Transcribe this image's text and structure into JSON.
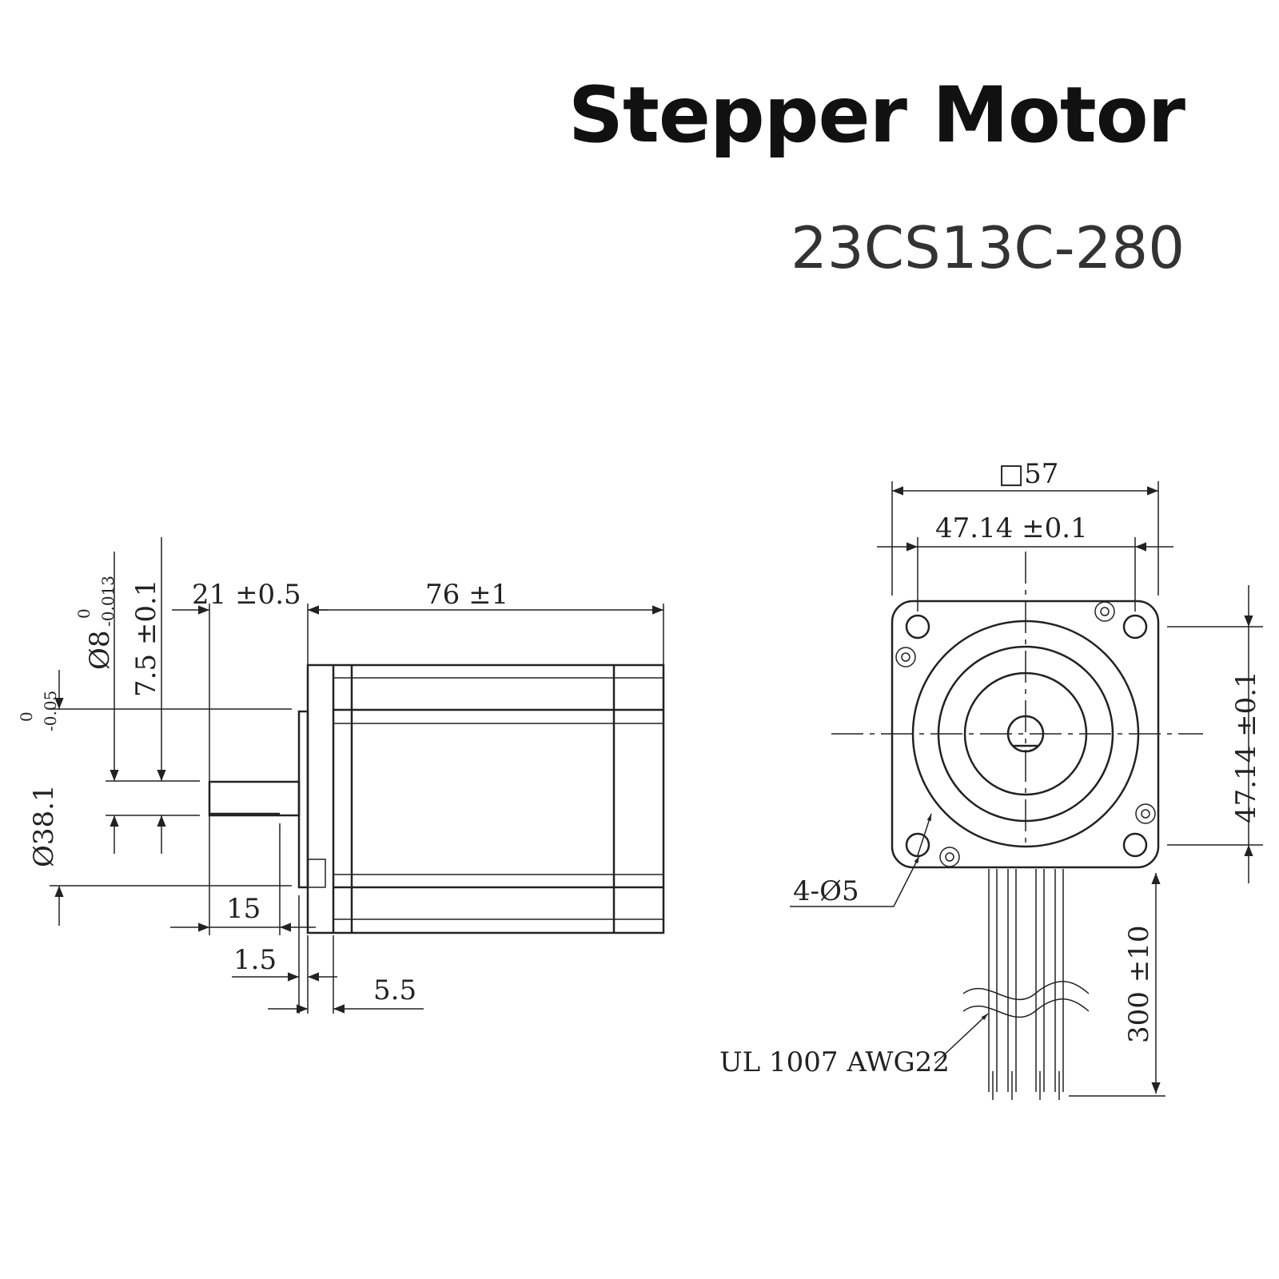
{
  "header": {
    "title": "Stepper Motor",
    "model": "23CS13C-280"
  },
  "side_view": {
    "dims": {
      "shaft_len": "21 ±0.5",
      "body_len": "76 ±1",
      "shaft_dia_main": "Ø8",
      "shaft_dia_tol_upper": "0",
      "shaft_dia_tol_lower": "-0.013",
      "flat": "7.5 ±0.1",
      "boss_dia_main": "Ø38.1",
      "boss_dia_tol_upper": "0",
      "boss_dia_tol_lower": "-0.05",
      "flat_len": "15",
      "boss_h": "1.5",
      "flange": "5.5"
    }
  },
  "front_view": {
    "dims": {
      "square": "□57",
      "hole_spacing_h": "47.14 ±0.1",
      "hole_spacing_v": "47.14 ±0.1",
      "holes": "4-Ø5",
      "lead_len": "300 ±10",
      "wire": "UL 1007 AWG22"
    }
  }
}
